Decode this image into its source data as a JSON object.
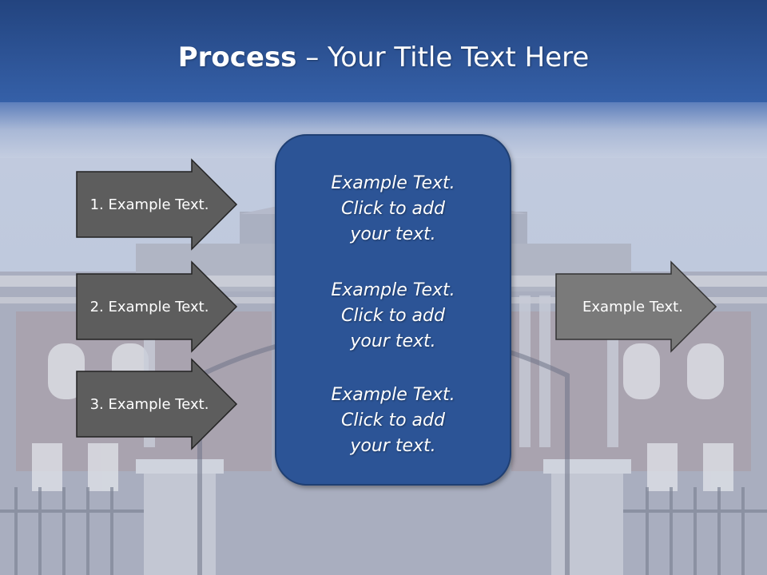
{
  "title": {
    "bold": "Process",
    "rest": " – Your Title Text Here"
  },
  "input_arrows": [
    {
      "label": "1. Example Text."
    },
    {
      "label": "2. Example Text."
    },
    {
      "label": "3. Example Text."
    }
  ],
  "center_box": {
    "paragraphs": [
      {
        "line1": "Example Text.",
        "line2": "Click  to add",
        "line3": "your text."
      },
      {
        "line1": "Example Text.",
        "line2": "Click  to add",
        "line3": "your text."
      },
      {
        "line1": "Example Text.",
        "line2": "Click  to add",
        "line3": "your text."
      }
    ]
  },
  "output_arrow": {
    "label": "Example Text."
  },
  "colors": {
    "header_band": "#2d5399",
    "center_box": "#2c5496",
    "input_arrow": "#5d5d5d",
    "output_arrow": "#7a7a7a"
  }
}
